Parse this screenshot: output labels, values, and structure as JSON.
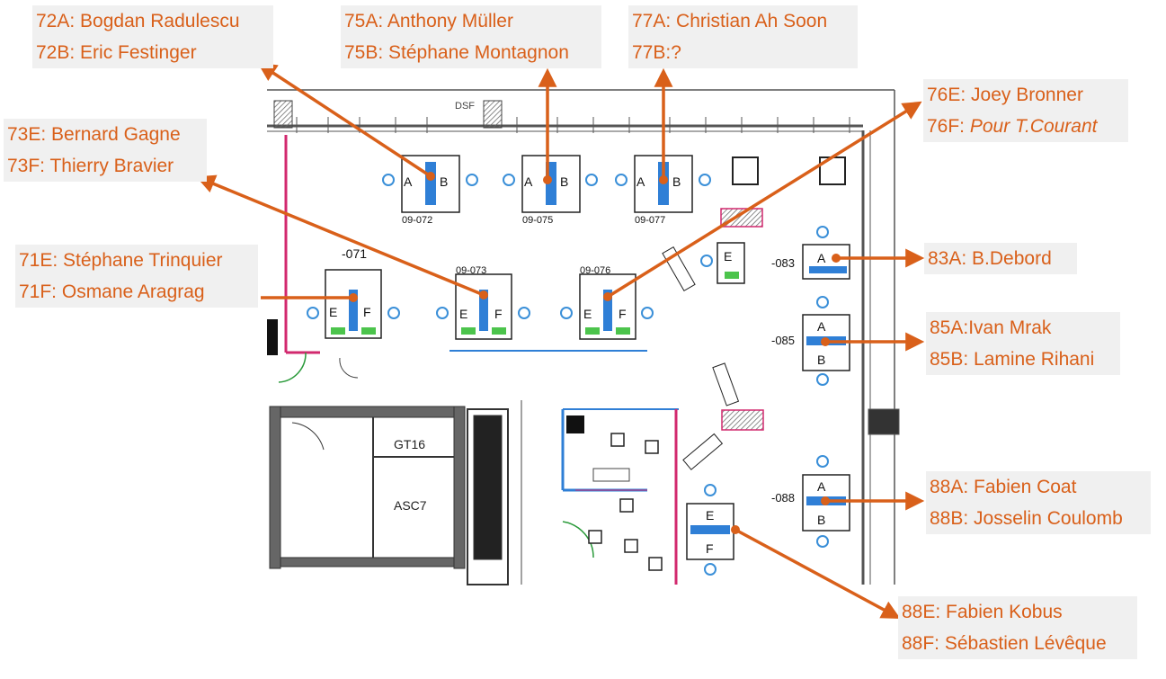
{
  "plan": {
    "room_label_dsf": "DSF",
    "room_gt16": "GT16",
    "room_asc7": "ASC7",
    "desk_codes": [
      "09-072",
      "09-075",
      "09-077",
      "09-073",
      "09-076",
      "-071",
      "-083",
      "-085",
      "-088"
    ],
    "seat_letters": {
      "a": "A",
      "b": "B",
      "e": "E",
      "f": "F"
    }
  },
  "labels": {
    "l72": {
      "line1": "72A: Bogdan Radulescu",
      "line2": "72B: Eric Festinger"
    },
    "l75": {
      "line1": "75A: Anthony Müller",
      "line2": "75B: Stéphane Montagnon"
    },
    "l77": {
      "line1": "77A: Christian Ah Soon",
      "line2": "77B:?"
    },
    "l76": {
      "line1": "76E: Joey Bronner",
      "line2_prefix": "76F: ",
      "line2_italic": "Pour T.Courant"
    },
    "l73": {
      "line1": "73E: Bernard Gagne",
      "line2": "73F: Thierry Bravier"
    },
    "l71": {
      "line1": "71E: Stéphane Trinquier",
      "line2": "71F: Osmane Aragrag"
    },
    "l83": {
      "line1": "83A: B.Debord"
    },
    "l85": {
      "line1": "85A:Ivan Mrak",
      "line2": "85B: Lamine Rihani"
    },
    "l88ab": {
      "line1": "88A: Fabien Coat",
      "line2": "88B: Josselin Coulomb"
    },
    "l88ef": {
      "line1": "88E: Fabien Kobus",
      "line2": "88F: Sébastien Lévêque"
    }
  },
  "colors": {
    "accent": "#d9601a",
    "label_bg": "#f0f0f0",
    "desk_blue": "#2f7fd6",
    "chair_blue": "#3a8fd8",
    "seat_green": "#4cc44c",
    "wall_pink": "#d2286e",
    "line_dark": "#222222"
  }
}
